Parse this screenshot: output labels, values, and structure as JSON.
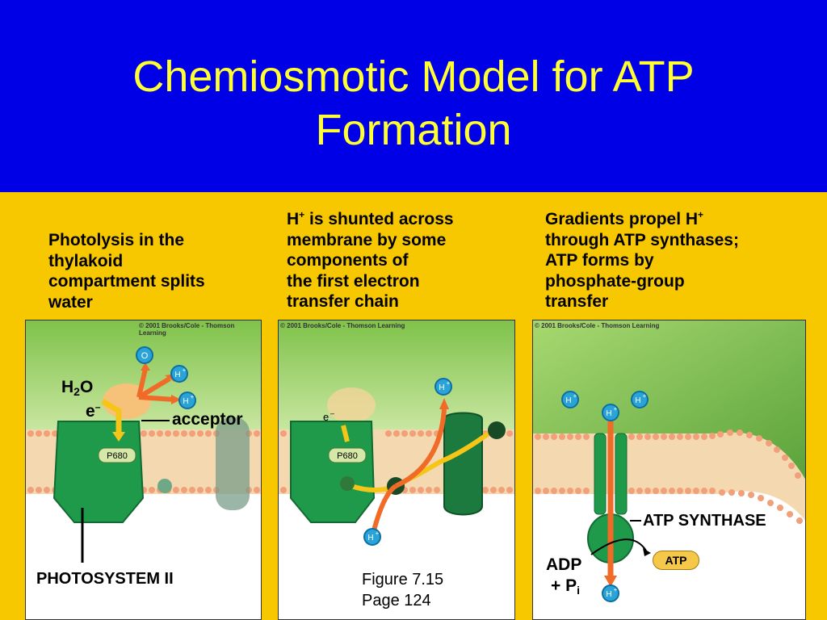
{
  "slide": {
    "title_line1": "Chemiosmotic Model for ATP",
    "title_line2": "Formation"
  },
  "captions": {
    "left": [
      "Photolysis in the",
      "thylakoid",
      "compartment splits",
      "water"
    ],
    "middle": {
      "line1_prefix": "H",
      "line1_sup": "+",
      "line1_rest": " is shunted across",
      "lines": [
        "membrane by some",
        "components of",
        "the first electron",
        "transfer chain"
      ]
    },
    "right": {
      "line1_prefix": "Gradients propel H",
      "line1_sup": "+",
      "lines": [
        "through ATP synthases;",
        "ATP forms by",
        "phosphate-group",
        "transfer"
      ]
    }
  },
  "credit": "© 2001 Brooks/Cole - Thomson Learning",
  "panel1": {
    "h2o_h": "H",
    "h2o_sub": "2",
    "h2o_o": "O",
    "electron": "e",
    "electron_sup": "–",
    "acceptor": "acceptor",
    "p680": "P680",
    "photosystem": "PHOTOSYSTEM II",
    "o_ball": "O",
    "h_ball": "H",
    "h_sup": "+"
  },
  "panel2": {
    "electron": "e",
    "electron_sup": "–",
    "p680": "P680",
    "h_ball": "H",
    "h_sup": "+"
  },
  "figure_ref": [
    "Figure 7.15",
    "Page 124"
  ],
  "panel3": {
    "atp_synthase": "ATP SYNTHASE",
    "adp": "ADP",
    "plus_p": "+ P",
    "p_sub": "i",
    "atp": "ATP",
    "h_ball": "H",
    "h_sup": "+"
  },
  "colors": {
    "background": "#f7c800",
    "title_bar": "#0000e6",
    "title_text": "#ffff33",
    "protein_green": "#1f9a4a",
    "arrow_orange": "#f06a28",
    "electron_yellow": "#f5c518",
    "h_ion_blue": "#2aa3d8"
  }
}
